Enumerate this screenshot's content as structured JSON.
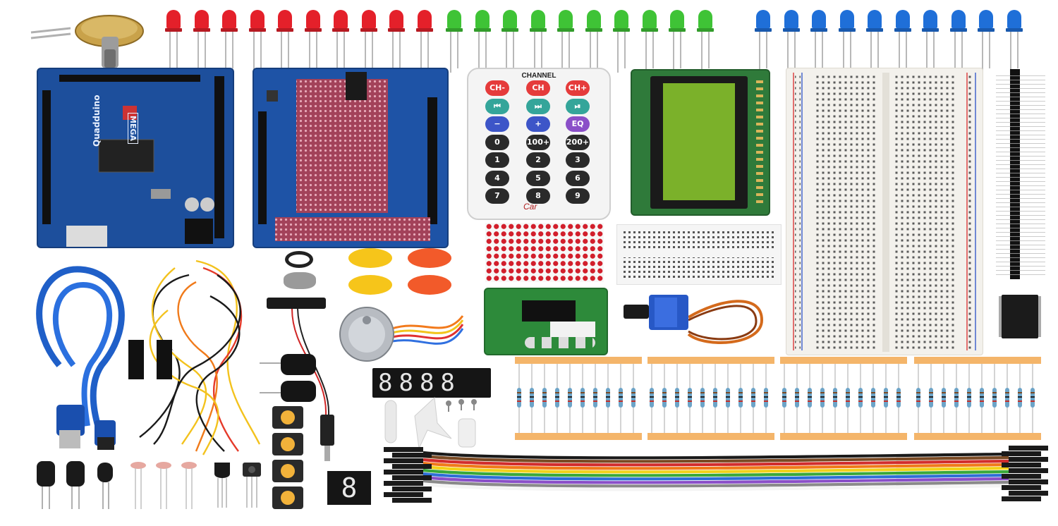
{
  "image": {
    "subject": "electronics-starter-kit-components",
    "colors": {
      "board_blue": "#1d4f9c",
      "pcb_green": "#2f7a3a",
      "led_red": "#e4202a",
      "led_green": "#3fc336",
      "led_blue": "#1f6fd8",
      "lcd_green": "#7bb12a",
      "breadboard": "#f3f1ec",
      "resistor_tape": "#f4b56a"
    }
  },
  "labels": {
    "mega_brand": "Quadduino",
    "mega_model": "MEGA",
    "remote_title": "CHANNEL",
    "remote_brand": "Car",
    "seg_display": "8888",
    "single_digit": "8",
    "remote_keys": [
      "CH-",
      "CH",
      "CH+",
      "⏮",
      "⏭",
      "⏯",
      "−",
      "+",
      "EQ",
      "0",
      "100+",
      "200+",
      "1",
      "2",
      "3",
      "4",
      "5",
      "6",
      "7",
      "8",
      "9"
    ]
  }
}
